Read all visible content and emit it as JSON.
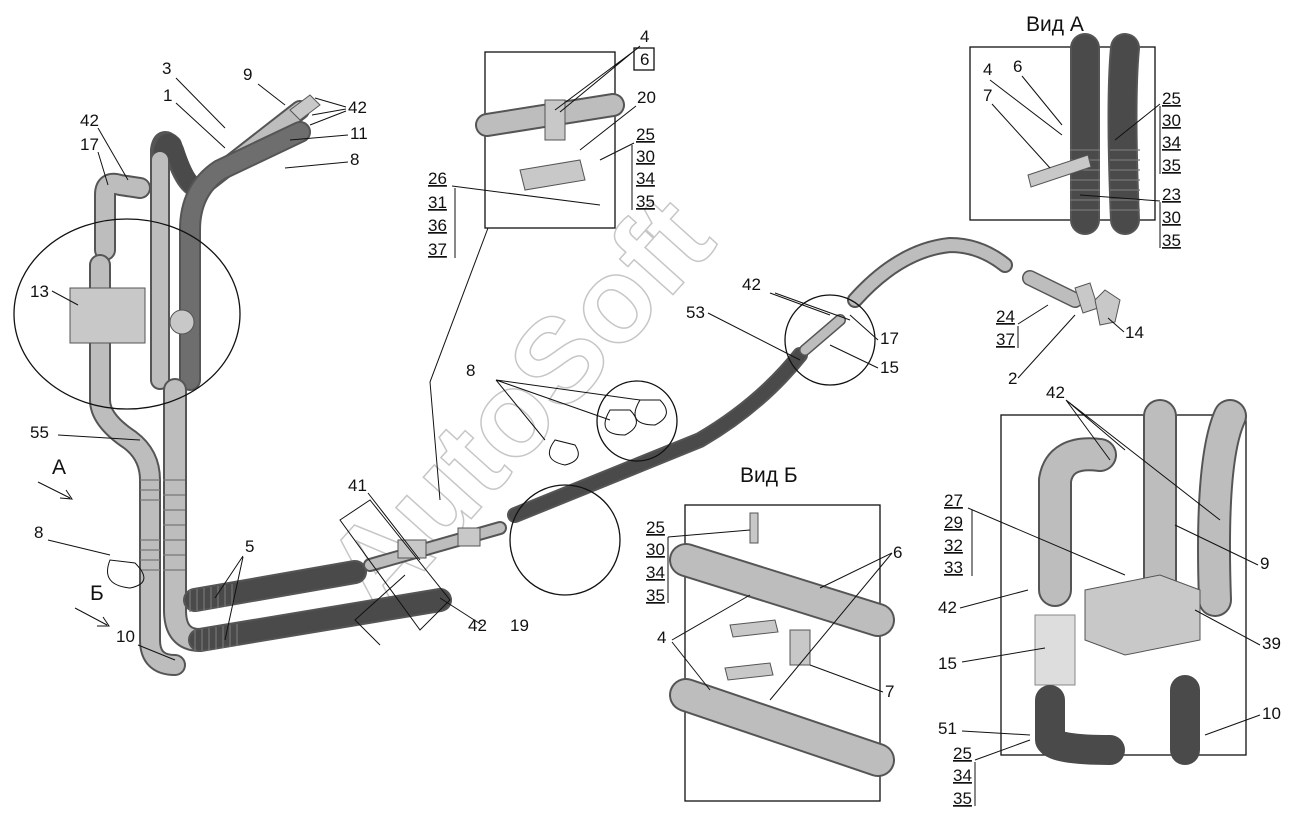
{
  "diagram": {
    "watermark": "AutoSoft",
    "views": {
      "view_a": "Вид А",
      "view_b": "Вид Б"
    },
    "arrows": {
      "a": "А",
      "b": "Б"
    },
    "main_callouts": [
      "3",
      "9",
      "1",
      "42",
      "42",
      "11",
      "17",
      "8",
      "13",
      "55",
      "8",
      "5",
      "10",
      "41",
      "42",
      "19",
      "8",
      "53",
      "42",
      "17",
      "15"
    ],
    "detail_top": {
      "c4": "4",
      "c6": "6",
      "c20": "20",
      "stack_right": [
        "25",
        "30",
        "34",
        "35"
      ],
      "stack_left": [
        "26",
        "31",
        "36",
        "37"
      ]
    },
    "view_a_callouts": {
      "c4": "4",
      "c6": "6",
      "c7": "7",
      "stack1": [
        "25",
        "30",
        "34",
        "35"
      ],
      "stack2": [
        "23",
        "30",
        "35"
      ]
    },
    "flange_callouts": {
      "stack": [
        "24",
        "37"
      ],
      "c14": "14",
      "c2": "2"
    },
    "view_b_callouts": {
      "stack": [
        "25",
        "30",
        "34",
        "35"
      ],
      "c6": "6",
      "c4": "4",
      "c7": "7"
    },
    "detail_right": {
      "c42a": "42",
      "stack1": [
        "27",
        "29",
        "32",
        "33"
      ],
      "c9": "9",
      "c42b": "42",
      "c39": "39",
      "c15": "15",
      "c51": "51",
      "c10": "10",
      "stack2": [
        "25",
        "34",
        "35"
      ]
    }
  }
}
